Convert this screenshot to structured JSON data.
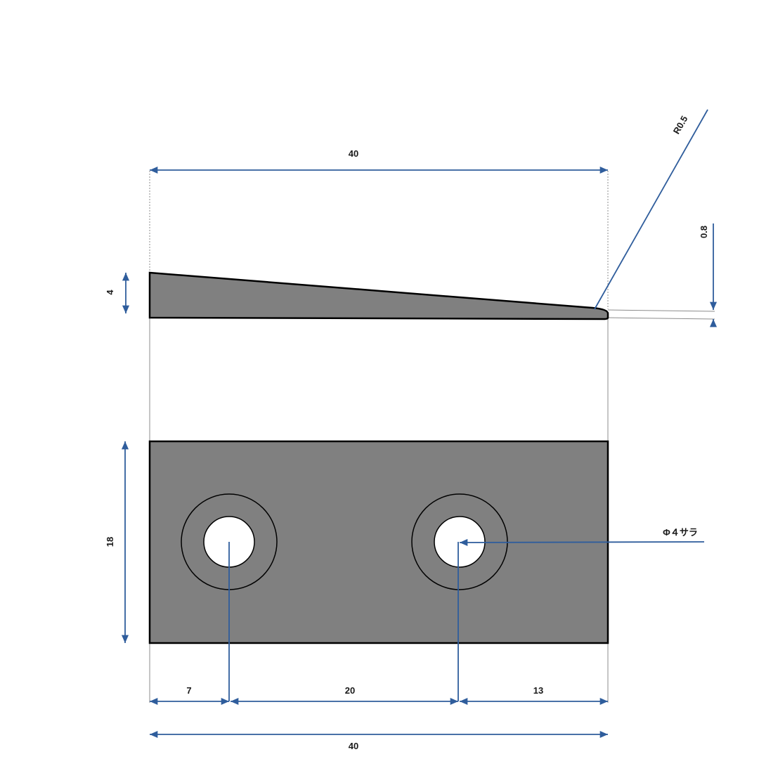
{
  "dimensions": {
    "top_width": "40",
    "bottom_width": "40",
    "wedge_height": "4",
    "plate_height": "18",
    "hole_offset_left": "7",
    "hole_spacing": "20",
    "hole_offset_right": "13",
    "tip_thickness": "0.8",
    "tip_radius": "R0.5"
  },
  "callouts": {
    "hole_spec": "Φ４サラ"
  },
  "colors": {
    "part_fill": "#808080",
    "part_stroke": "#000000",
    "dimension_line": "#2f5d9c",
    "extension_line": "#8c8c8c"
  }
}
